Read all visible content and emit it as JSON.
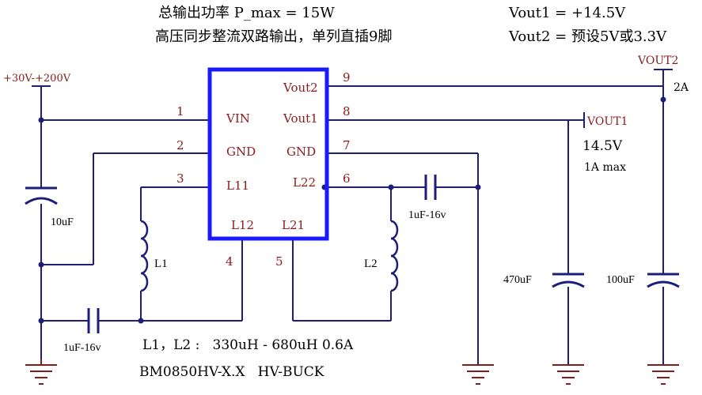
{
  "header": {
    "line1": "总输出功率 P_max = 15W",
    "line2": "高压同步整流双路输出，单列直插9脚",
    "vout1_spec": "Vout1 = +14.5V",
    "vout2_spec": "Vout2 = 预设5V或3.3V"
  },
  "input": {
    "label": "+30V-+200V"
  },
  "chip": {
    "pins_left": [
      {
        "number": "1",
        "name": "VIN"
      },
      {
        "number": "2",
        "name": "GND"
      },
      {
        "number": "3",
        "name": "L11"
      }
    ],
    "pins_bottom": [
      {
        "number": "4",
        "name": "L12"
      },
      {
        "number": "5",
        "name": "L21"
      }
    ],
    "pins_right": [
      {
        "number": "9",
        "name": "Vout2"
      },
      {
        "number": "8",
        "name": "Vout1"
      },
      {
        "number": "7",
        "name": "GND"
      },
      {
        "number": "6",
        "name": "L22"
      }
    ]
  },
  "components": {
    "c_in": "10uF",
    "c_boot1": "1uF-16v",
    "c_boot2": "1uF-16v",
    "l1": "L1",
    "l2": "L2",
    "c_out1": "470uF",
    "c_out2": "100uF"
  },
  "outputs": {
    "vout1": {
      "label": "VOUT1",
      "voltage": "14.5V",
      "current": "1A max"
    },
    "vout2": {
      "label": "VOUT2",
      "current": "2A"
    }
  },
  "notes": {
    "inductor_spec": "L1，L2 :   330uH - 680uH 0.6A",
    "part_number": "BM0850HV-X.X   HV-BUCK"
  },
  "colors": {
    "wire": "#1e1e78",
    "chip_border": "#1a1aff",
    "pin_name": "#8b1a1a",
    "pin_number": "#8b1a1a",
    "component": "#1e1e78",
    "text": "#000000"
  }
}
